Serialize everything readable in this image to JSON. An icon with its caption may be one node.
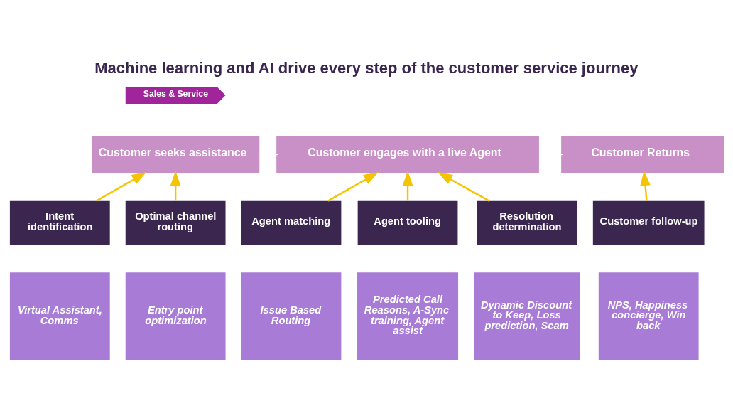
{
  "diagram": {
    "title": "Machine learning and AI drive every step of the customer service journey",
    "nodes": [
      {
        "text": [
          "Sales & Service"
        ]
      },
      {
        "text": [
          "Customer seeks assistance"
        ]
      },
      {
        "text": [
          "Customer engages with a live Agent"
        ]
      },
      {
        "text": [
          "Customer Returns"
        ]
      },
      {
        "text": [
          "Intent identification"
        ]
      },
      {
        "text": [
          "Optimal channel routing"
        ]
      },
      {
        "text": [
          "Agent matching"
        ]
      },
      {
        "text": [
          "Agent tooling"
        ]
      },
      {
        "text": [
          "Resolution determination"
        ]
      },
      {
        "text": [
          "Customer follow-up"
        ]
      },
      {
        "text": [
          "Virtual Assistant, Comms"
        ]
      },
      {
        "text": [
          "Entry point optimization"
        ]
      },
      {
        "text": [
          "Issue Based Routing"
        ]
      },
      {
        "text": [
          "Predicted Call Reasons, A-Sync training, Agent assist"
        ]
      },
      {
        "text": [
          "Dynamic Discount to Keep, Loss prediction, Scam"
        ]
      },
      {
        "text": [
          "NPS, Happiness concierge, Win back"
        ]
      }
    ],
    "edges": [
      {
        "from": 1,
        "to": 2,
        "arrow": "to",
        "color": "#ffffff"
      },
      {
        "from": 2,
        "to": 3,
        "arrow": "to",
        "color": "#ffffff"
      },
      {
        "from": 4,
        "to": 1,
        "arrow": "to"
      },
      {
        "from": 5,
        "to": 1,
        "arrow": "to"
      },
      {
        "from": 6,
        "to": 2,
        "arrow": "to"
      },
      {
        "from": 7,
        "to": 2,
        "arrow": "to"
      },
      {
        "from": 8,
        "to": 2,
        "arrow": "to"
      },
      {
        "from": 9,
        "to": 3,
        "arrow": "to"
      }
    ]
  }
}
